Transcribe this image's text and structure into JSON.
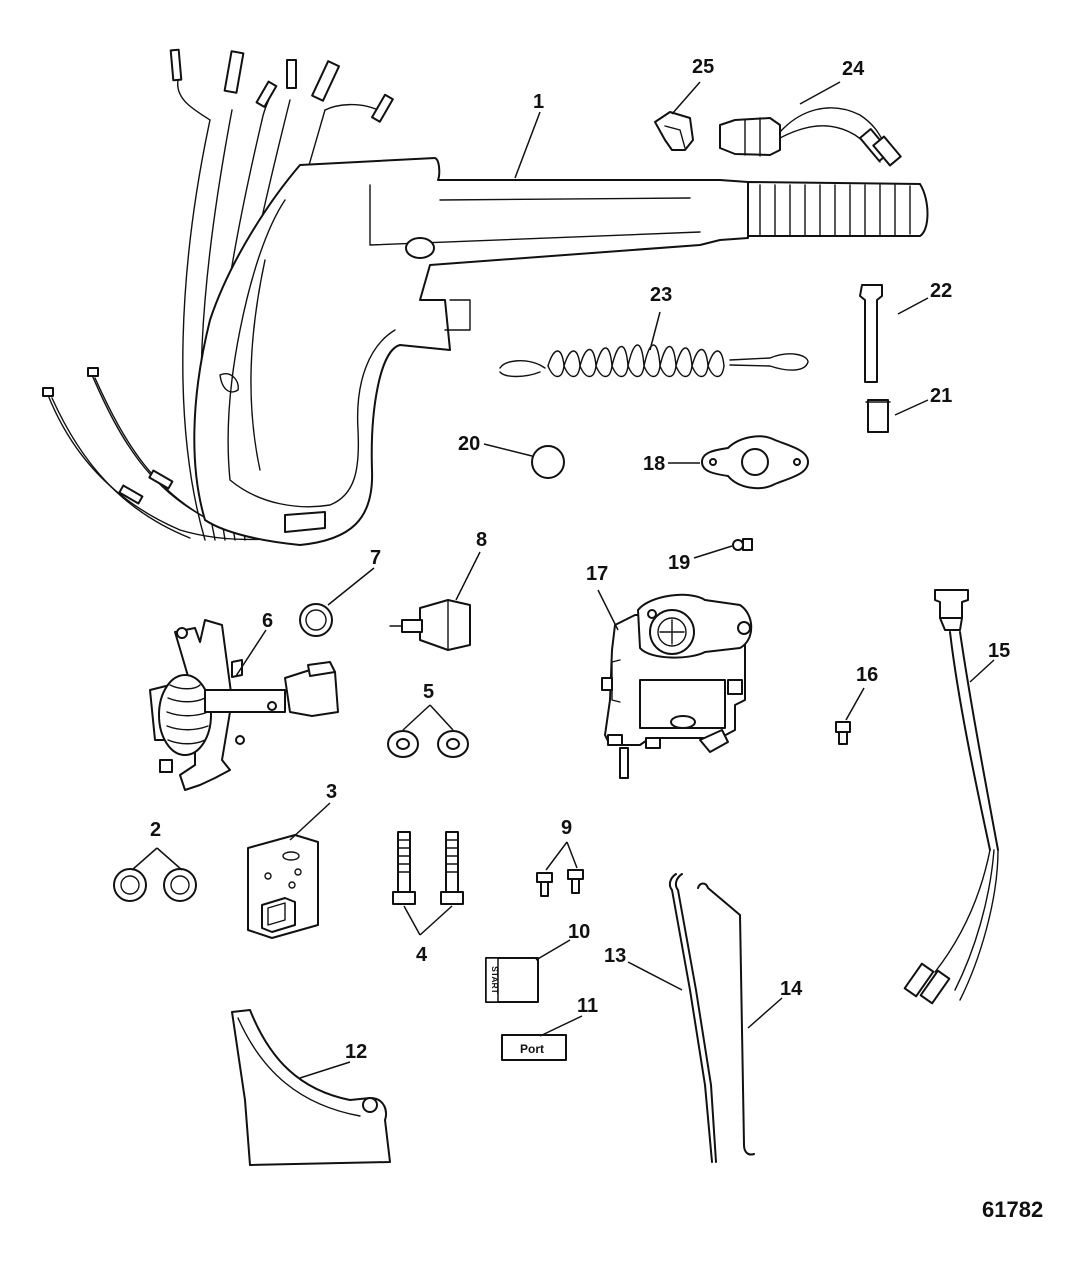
{
  "figure_number": "61782",
  "part_labels": {
    "start": "START",
    "port": "Port"
  },
  "callouts": [
    "1",
    "2",
    "3",
    "4",
    "5",
    "6",
    "7",
    "8",
    "9",
    "10",
    "11",
    "12",
    "13",
    "14",
    "15",
    "16",
    "17",
    "18",
    "19",
    "20",
    "21",
    "22",
    "23",
    "24",
    "25"
  ]
}
